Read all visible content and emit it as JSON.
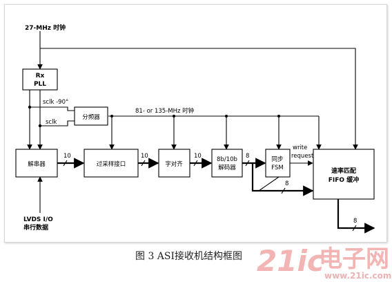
{
  "diagram": {
    "inputs": {
      "clock": "27-MHz 时钟",
      "serial_data_line1": "LVDS I/O",
      "serial_data_line2": "串行数据"
    },
    "blocks": {
      "pll_line1": "Rx",
      "pll_line2": "PLL",
      "divider": "分频器",
      "deserializer": "解串器",
      "oversample": "过采样接口",
      "word_align": "字对齐",
      "decoder_line1": "8b/10b",
      "decoder_line2": "解码器",
      "sync_fsm_line1": "同步",
      "sync_fsm_line2": "FSM",
      "fifo_line1": "速率匹配",
      "fifo_line2": "FIFO 缓冲"
    },
    "signals": {
      "sclk_90": "sclk -90°",
      "sclk": "sclk",
      "clock_81_135": "81- or 135-MHz 时钟",
      "write_request_line1": "write",
      "write_request_line2": "request"
    },
    "bus_widths": {
      "deser_to_oversample": "10",
      "oversample_to_align": "10",
      "align_to_decoder": "10",
      "decoder_out": "8",
      "decoder_to_fifo": "8",
      "fifo_out": "8"
    }
  },
  "caption": "图 3   ASI接收机结构框图",
  "watermark": {
    "brand_1": "21ic",
    "brand_2": "电子网",
    "url": "www.21ic.com"
  }
}
